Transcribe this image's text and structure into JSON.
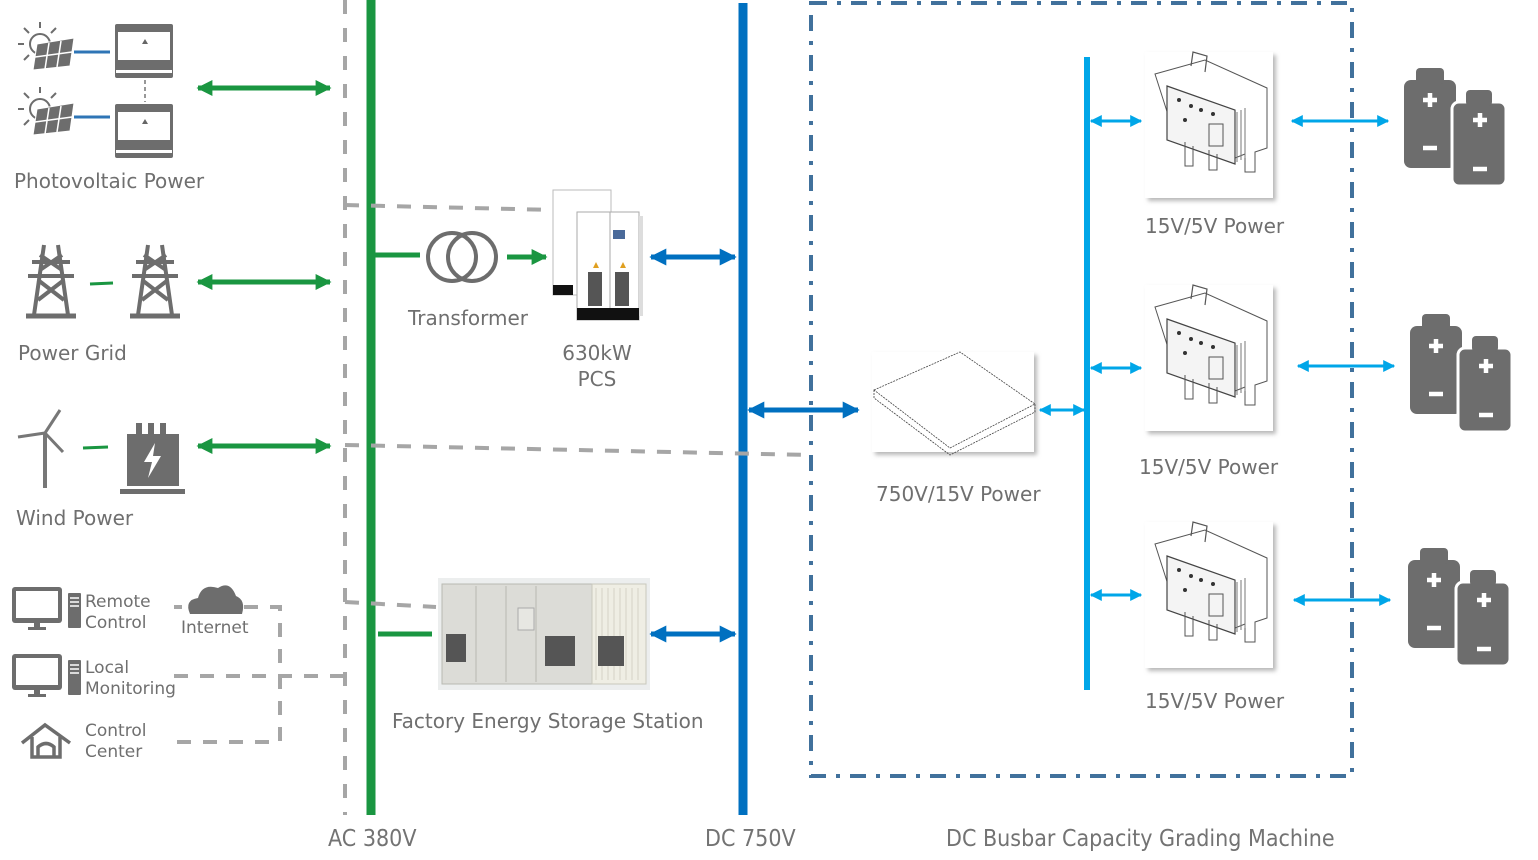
{
  "colors": {
    "ac_bus": "#1a9641",
    "dc_bus": "#0070c0",
    "low_voltage_bus": "#00a6e8",
    "dash_boundary": "#41719c",
    "comm_line": "#a6a6a6",
    "icon_gray": "#6d6d6d",
    "text": "#6f6f6f"
  },
  "sources": {
    "photovoltaic": {
      "label": "Photovoltaic Power",
      "icons": [
        "solar-panel-icon",
        "inverter-icon"
      ]
    },
    "power_grid": {
      "label": "Power Grid",
      "icons": [
        "transmission-tower-icon"
      ]
    },
    "wind": {
      "label": "Wind Power",
      "icons": [
        "wind-turbine-icon",
        "transformer-box-icon"
      ]
    }
  },
  "monitoring": {
    "remote_control": {
      "label_line1": "Remote",
      "label_line2": "Control"
    },
    "local_monitoring": {
      "label_line1": "Local",
      "label_line2": "Monitoring"
    },
    "control_center": {
      "label_line1": "Control",
      "label_line2": "Center"
    },
    "internet": {
      "label": "Internet"
    }
  },
  "middle": {
    "transformer": {
      "label": "Transformer"
    },
    "pcs": {
      "label_line1": "630kW",
      "label_line2": "PCS"
    },
    "storage": {
      "label": "Factory Energy Storage Station"
    }
  },
  "grading_machine": {
    "converter": {
      "label": "750V/15V Power"
    },
    "modules": [
      {
        "label": "15V/5V Power"
      },
      {
        "label": "15V/5V Power"
      },
      {
        "label": "15V/5V Power"
      }
    ]
  },
  "buses": {
    "ac": {
      "label": "AC 380V"
    },
    "dc": {
      "label": "DC 750V"
    },
    "machine": {
      "label": "DC Busbar Capacity Grading Machine"
    }
  }
}
